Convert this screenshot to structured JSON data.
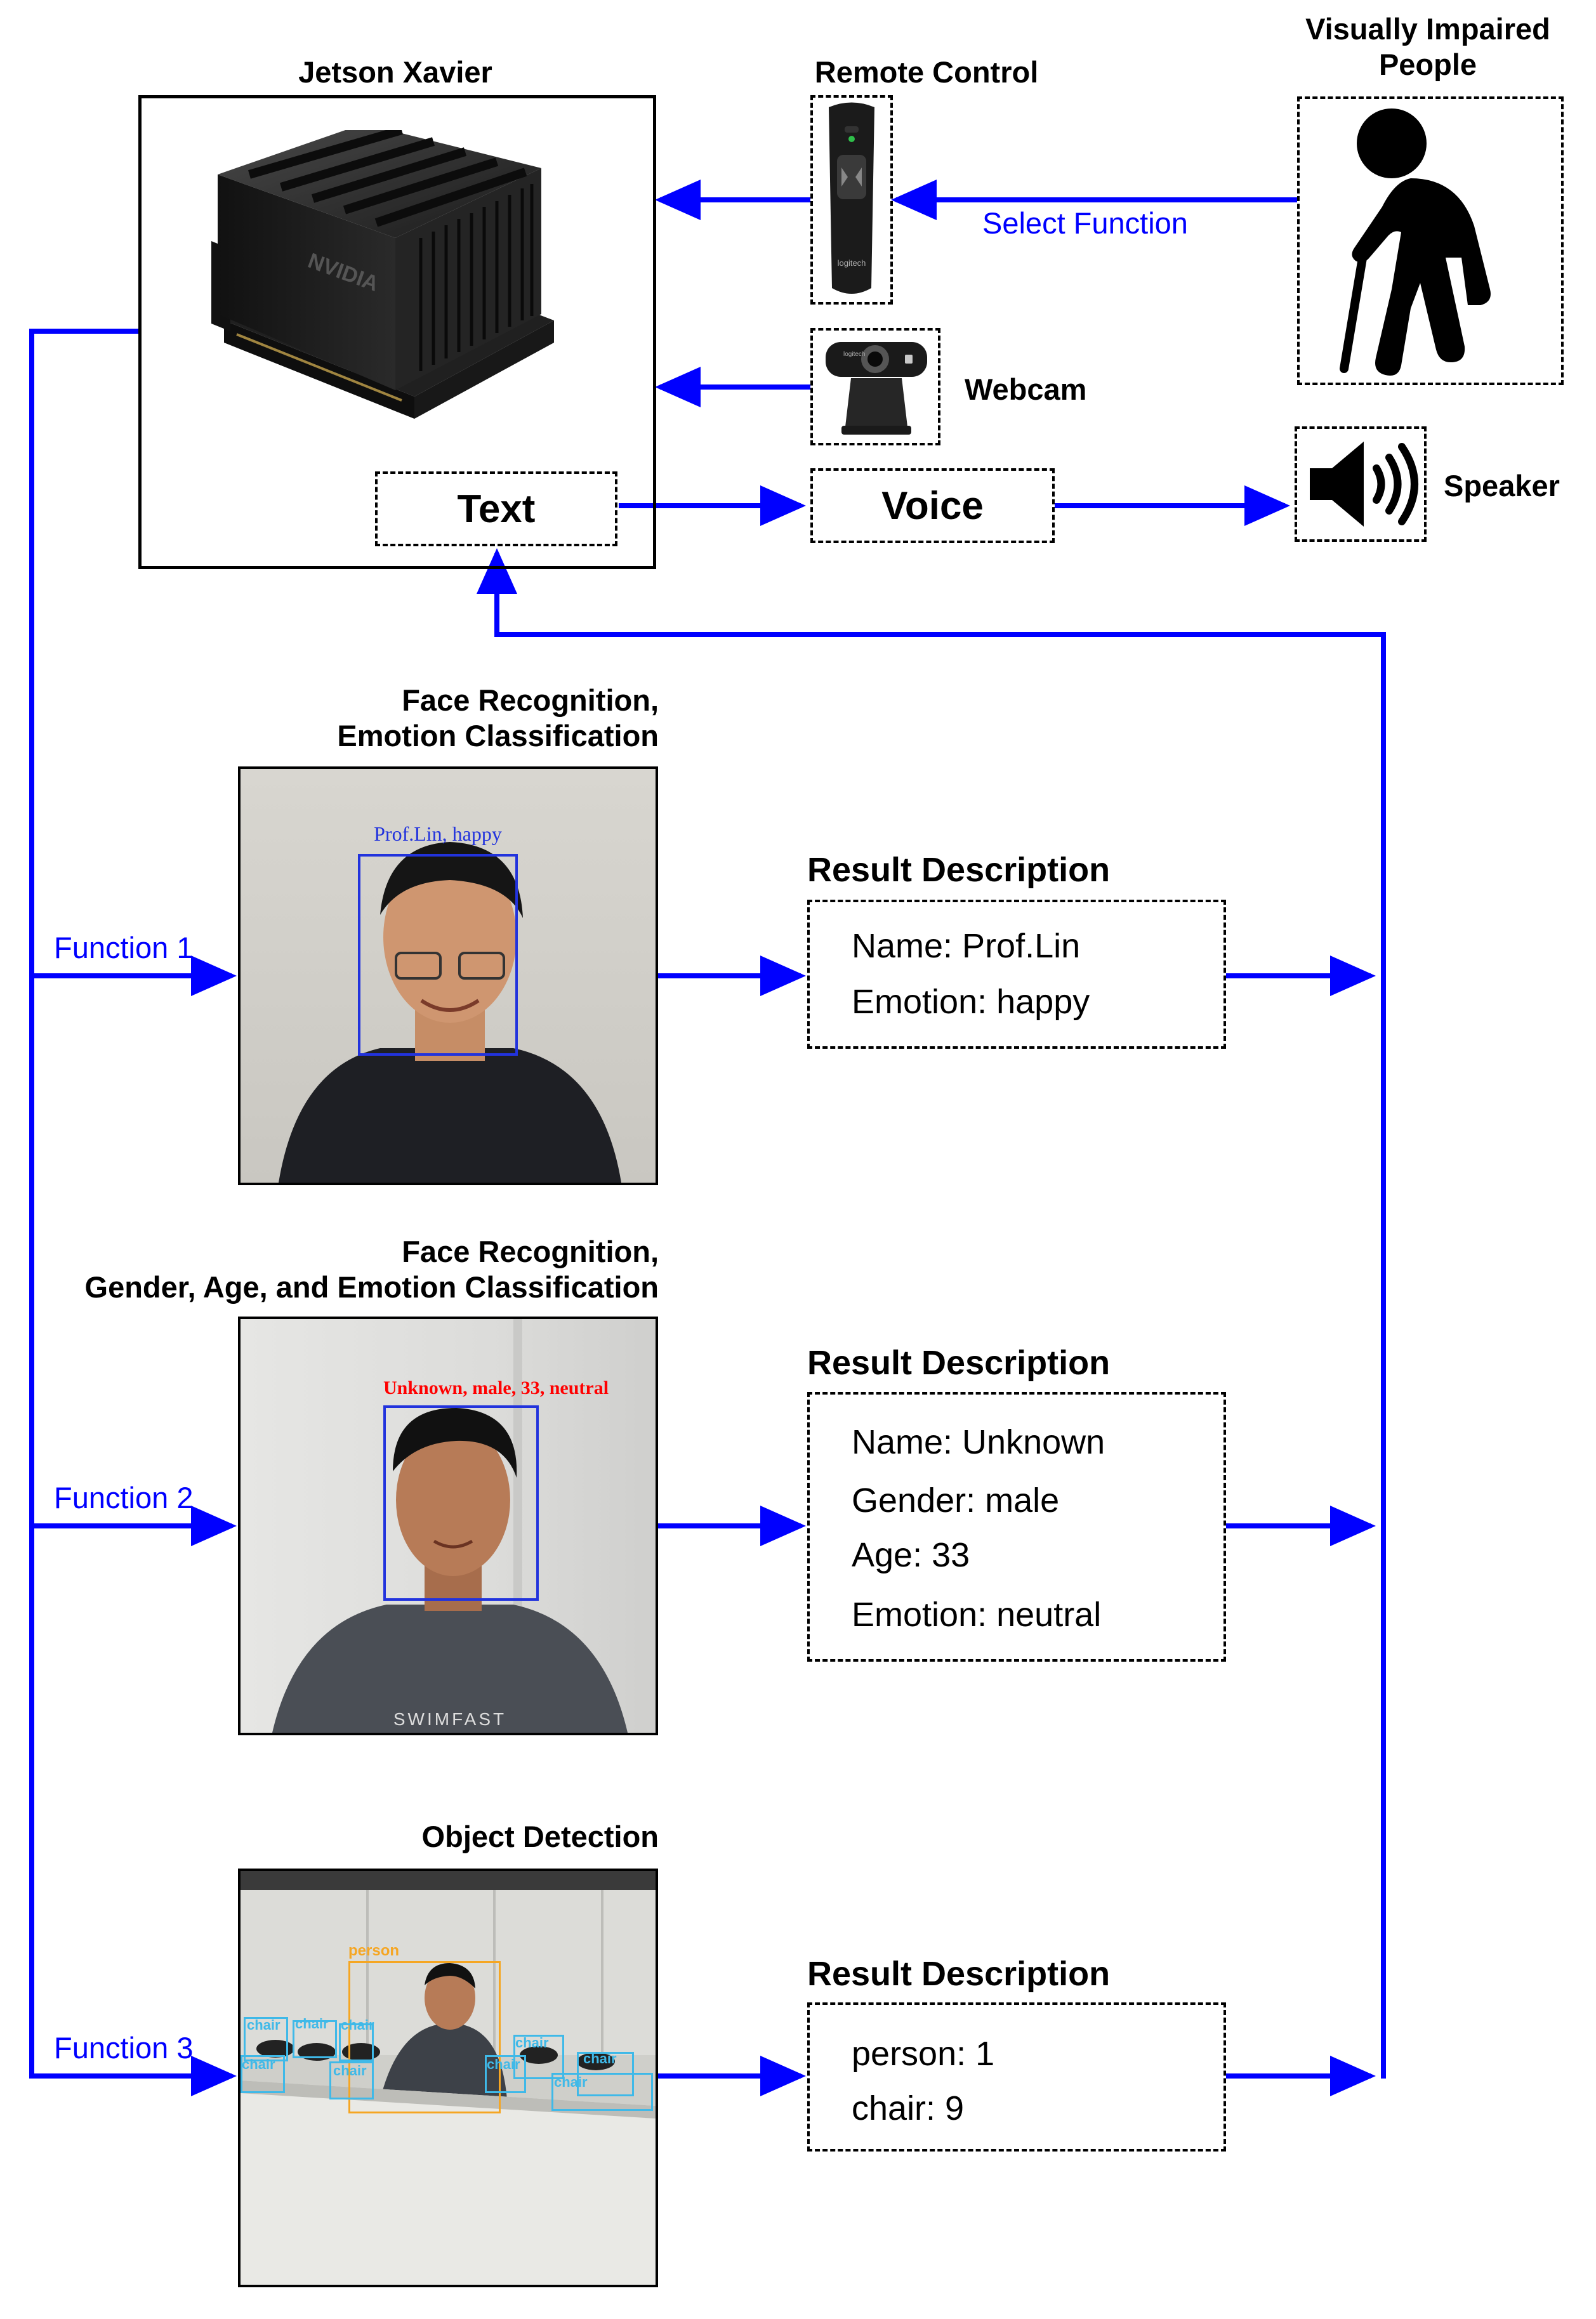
{
  "jetson": {
    "title": "Jetson Xavier",
    "brand": "NVIDIA",
    "text_label": "Text"
  },
  "remote": {
    "title": "Remote Control",
    "brand": "logitech"
  },
  "webcam": {
    "title": "Webcam",
    "brand": "logitech"
  },
  "user": {
    "title": "Visually Impaired People"
  },
  "speaker": {
    "title": "Speaker"
  },
  "voice": {
    "label": "Voice"
  },
  "select_function": "Select Function",
  "functions": [
    {
      "label": "Function 1",
      "title_lines": [
        "Face Recognition,",
        "Emotion Classification"
      ],
      "detection_label": "Prof.Lin, happy",
      "result_title": "Result Description",
      "results": [
        "Name: Prof.Lin",
        "Emotion: happy"
      ]
    },
    {
      "label": "Function 2",
      "title_lines": [
        "Face Recognition,",
        "Gender, Age, and Emotion Classification"
      ],
      "detection_label": "Unknown, male, 33, neutral",
      "shirt_text": "SWIMFAST",
      "result_title": "Result Description",
      "results": [
        "Name: Unknown",
        "Gender: male",
        "Age: 33",
        "Emotion: neutral"
      ]
    },
    {
      "label": "Function 3",
      "title_lines": [
        "Object Detection"
      ],
      "detection_person": "person",
      "detection_chair": "chair",
      "result_title": "Result Description",
      "results": [
        "person: 1",
        "chair: 9"
      ]
    }
  ],
  "colors": {
    "flow": "#0000ff",
    "label_blue": "#0000ff",
    "label_red": "#ff0000",
    "person_box": "#f5a623",
    "chair_box": "#3fb9e8"
  },
  "icons": [
    "jetson-module-icon",
    "remote-control-icon",
    "webcam-icon",
    "person-with-cane-icon",
    "speaker-icon"
  ]
}
